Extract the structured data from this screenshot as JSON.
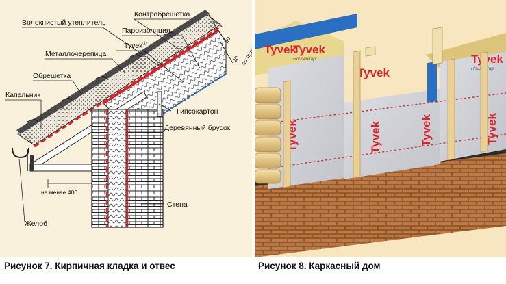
{
  "left_figure": {
    "labels": {
      "kontrobreshetka": "Контробрешетка",
      "fibrous_insulation": "Волокнистый утеплитель",
      "vapor_barrier": "Пароизоляция",
      "tyvek": "Tyvek",
      "tyvek_mark": "®",
      "metal_tile": "Металлочерепица",
      "battens": "Обрешетка",
      "drip_edge": "Капельник",
      "drywall": "Гипсокартон",
      "wooden_beam": "Деревянный брусок",
      "min_distance": "не менее 400",
      "wall": "Стена",
      "gutter": "Желоб",
      "dim_50": "50",
      "dim_20": "20",
      "per_project": "по проекту"
    },
    "caption": "Рисунок 7. Кирпичная кладка и отвес"
  },
  "right_figure": {
    "brand_big": "Tyvek",
    "brand_sub": "Housewrap",
    "caption": "Рисунок 8. Каркасный дом"
  },
  "colors": {
    "left_bg": "#faf1dc",
    "right_bg": "#f8e6c0",
    "membrane_red": "#d8262c",
    "tyvek_blue": "#2a6fc0",
    "brick": "#b2703c",
    "wood": "#e9d097"
  }
}
